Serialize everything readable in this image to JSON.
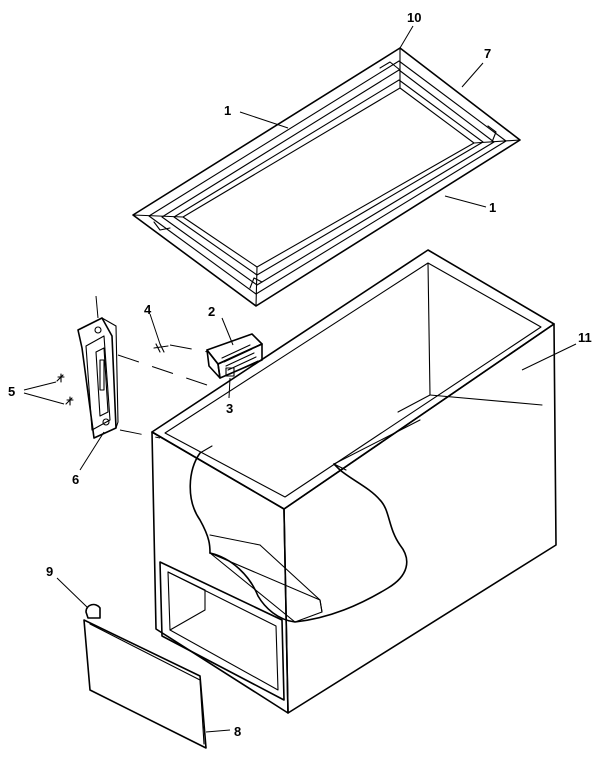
{
  "callouts": {
    "c1_top": "1",
    "c1_right": "1",
    "c2": "2",
    "c3": "3",
    "c4": "4",
    "c5": "5",
    "c6": "6",
    "c7": "7",
    "c8": "8",
    "c9": "9",
    "c10": "10",
    "c11": "11"
  }
}
